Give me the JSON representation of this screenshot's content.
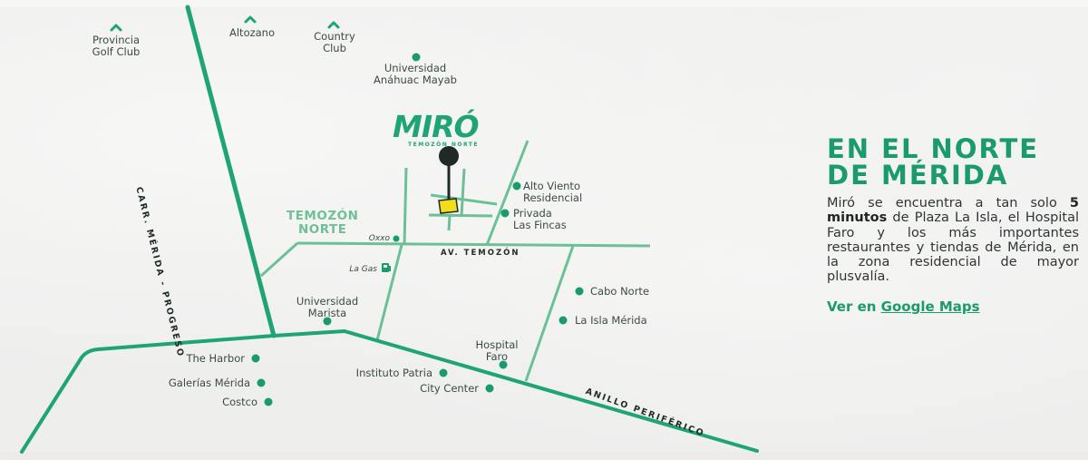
{
  "brand": {
    "logo": "MIRÓ",
    "subtitle": "TEMOZÓN NORTE",
    "accent_color": "#1a9b6b",
    "road_color": "#1fa476",
    "minor_road_color": "#6cc096",
    "marker_color": "#1f2a27",
    "property_color": "#f2dd1a"
  },
  "panel": {
    "heading_line1": "EN EL NORTE",
    "heading_line2": "DE MÉRIDA",
    "body_prefix": "Miró se encuentra a tan solo ",
    "body_bold": "5 minutos",
    "body_suffix": " de Plaza La Isla, el Hospital Faro y los más importantes restaurantes y tiendas de Mérida, en la zona residencial de mayor plusvalía.",
    "link_prefix": "Ver en ",
    "link_text": "Google Maps"
  },
  "map": {
    "zone_label_line1": "TEMOZÓN",
    "zone_label_line2": "NORTE",
    "roads": {
      "carretera": "CARR. MÉRIDA - PROGRESO",
      "temozon": "AV. TEMOZÓN",
      "periferico": "ANILLO PERIFÉRICO"
    },
    "landmarks_north": [
      {
        "name_line1": "Provincia",
        "name_line2": "Golf Club",
        "icon": "chevron-up-icon"
      },
      {
        "name_line1": "Altozano",
        "name_line2": "",
        "icon": "chevron-up-icon"
      },
      {
        "name_line1": "Country",
        "name_line2": "Club",
        "icon": "chevron-up-icon"
      }
    ],
    "points": {
      "anahuac_1": "Universidad",
      "anahuac_2": "Anáhuac Mayab",
      "alto_viento_1": "Alto Viento",
      "alto_viento_2": "Residencial",
      "privada_1": "Privada",
      "privada_2": "Las Fincas",
      "oxxo": "Oxxo",
      "la_gas": "La Gas",
      "marista_1": "Universidad",
      "marista_2": "Marista",
      "cabo_norte": "Cabo Norte",
      "la_isla": "La Isla Mérida",
      "hospital_1": "Hospital",
      "hospital_2": "Faro",
      "the_harbor": "The Harbor",
      "galerias": "Galerías Mérida",
      "costco": "Costco",
      "instituto_patria": "Instituto Patria",
      "city_center": "City Center"
    }
  }
}
